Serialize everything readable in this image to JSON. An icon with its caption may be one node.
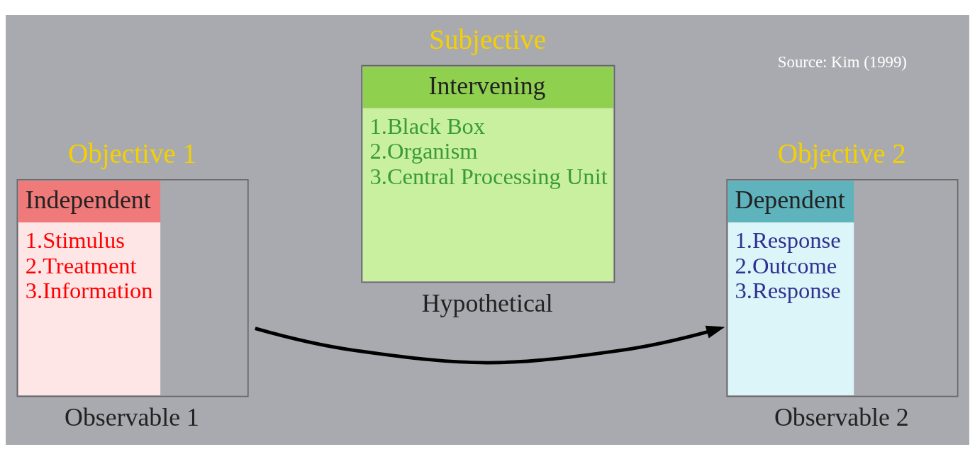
{
  "diagram": {
    "nodes": [
      {
        "text": [
          "Independent",
          "1.Stimulus",
          "2.Treatment",
          "3.Information"
        ],
        "beside": [
          "Objective 1",
          "Observable 1"
        ]
      },
      {
        "text": [
          "Intervening",
          "1.Black Box",
          "2.Organism",
          "3.Central Processing Unit"
        ],
        "beside": [
          "Subjective",
          "Hypothetical"
        ]
      },
      {
        "text": [
          "Dependent",
          "1.Response",
          "2.Outcome",
          "3.Response"
        ],
        "beside": [
          "Objective 2",
          "Observable 2"
        ]
      }
    ],
    "edges": [
      {
        "from": 0,
        "to": 2,
        "arrow": "to"
      }
    ],
    "labels": [
      "Source: Kim (1999)"
    ]
  }
}
